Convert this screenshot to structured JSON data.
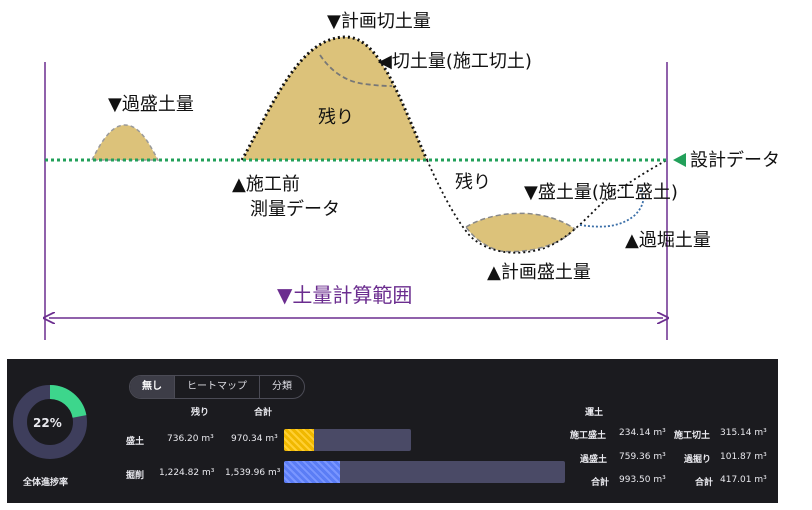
{
  "diagram": {
    "label_planned_cut": "▼計画切土量",
    "label_cut_actual": "切土量(施工切土)",
    "label_over_fill": "▼過盛土量",
    "label_remaining_top": "残り",
    "label_remaining_bottom": "残り",
    "label_design_data": "設計データ",
    "label_pre_survey_line1": "▲施工前",
    "label_pre_survey_line2": "測量データ",
    "label_fill_actual": "▼盛土量(施工盛土)",
    "label_over_excavation": "▲過堀土量",
    "label_planned_fill": "▲計画盛土量",
    "label_calc_range": "▼土量計算範囲",
    "colors": {
      "earth": "#dcc27a",
      "design_line": "#22a05a",
      "range": "#6b2d8f",
      "over_dig_line": "#3b6fa8"
    }
  },
  "panel": {
    "progress_percent": 22,
    "progress_label": "全体進捗率",
    "tabs": [
      "無し",
      "ヒートマップ",
      "分類"
    ],
    "active_tab": "無し",
    "col_remaining": "残り",
    "col_total": "合計",
    "rows": [
      {
        "label": "盛土",
        "remaining": "736.20 m³",
        "total": "970.34 m³",
        "fraction": 0.24,
        "color": "#f0b800"
      },
      {
        "label": "掘削",
        "remaining": "1,224.82 m³",
        "total": "1,539.96 m³",
        "fraction": 0.2,
        "color": "#5b7df5"
      }
    ],
    "transport_title": "運土",
    "stats": {
      "fill_done_label": "施工盛土",
      "fill_done_value": "234.14 m³",
      "cut_done_label": "施工切土",
      "cut_done_value": "315.14 m³",
      "over_fill_label": "過盛土",
      "over_fill_value": "759.36 m³",
      "over_dig_label": "過掘り",
      "over_dig_value": "101.87 m³",
      "sum_label_left": "合計",
      "sum_value_left": "993.50 m³",
      "sum_label_right": "合計",
      "sum_value_right": "417.01 m³"
    },
    "colors": {
      "progress": "#3dd68c",
      "track": "#3e3e5c"
    }
  }
}
